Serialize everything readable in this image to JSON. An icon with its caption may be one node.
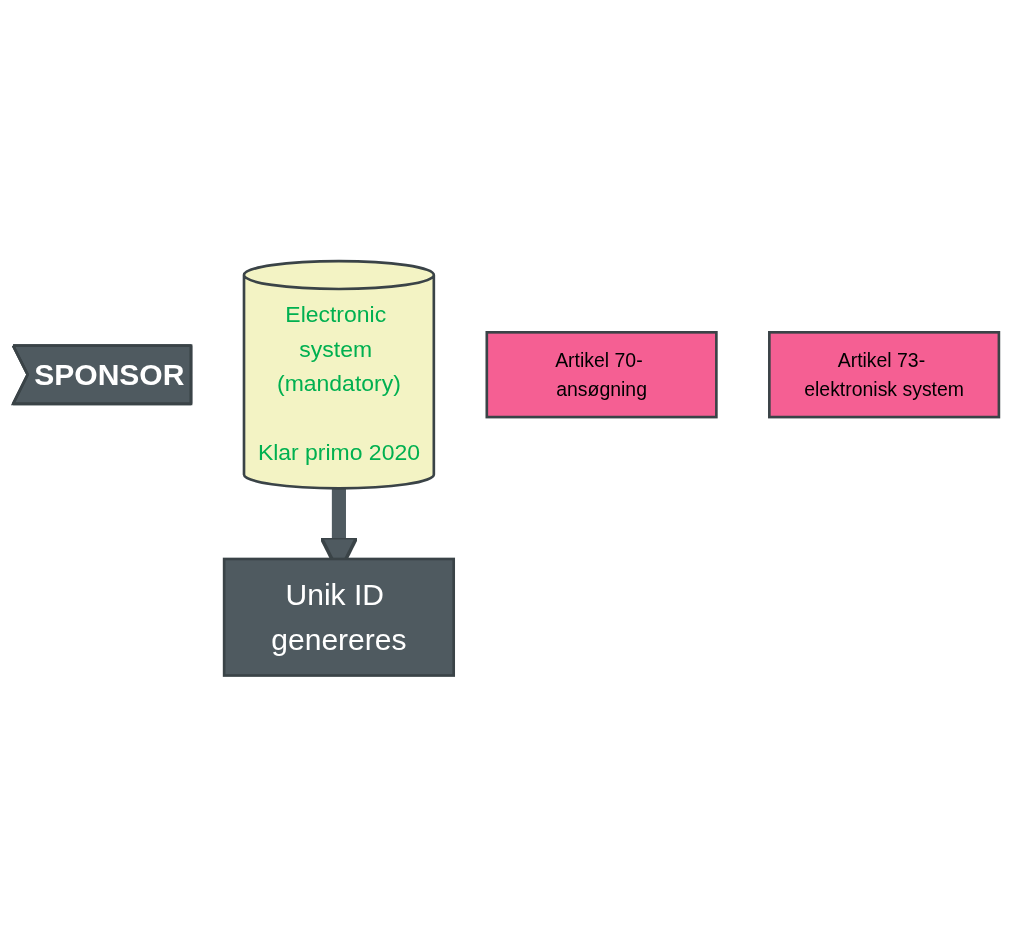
{
  "diagram": {
    "nodes": [
      {
        "text": [
          "SPONSOR"
        ]
      },
      {
        "text": [
          "Electronic system (mandatory)",
          "Klar primo 2020"
        ]
      },
      {
        "text": [
          "Artikel 70- ansøgning"
        ]
      },
      {
        "text": [
          "Unik ID genereres"
        ]
      },
      {
        "text": [
          "Artikel 73- elektronisk system"
        ]
      }
    ],
    "edges": [
      {
        "from": 1,
        "to": 3,
        "arrow": "to"
      }
    ]
  }
}
